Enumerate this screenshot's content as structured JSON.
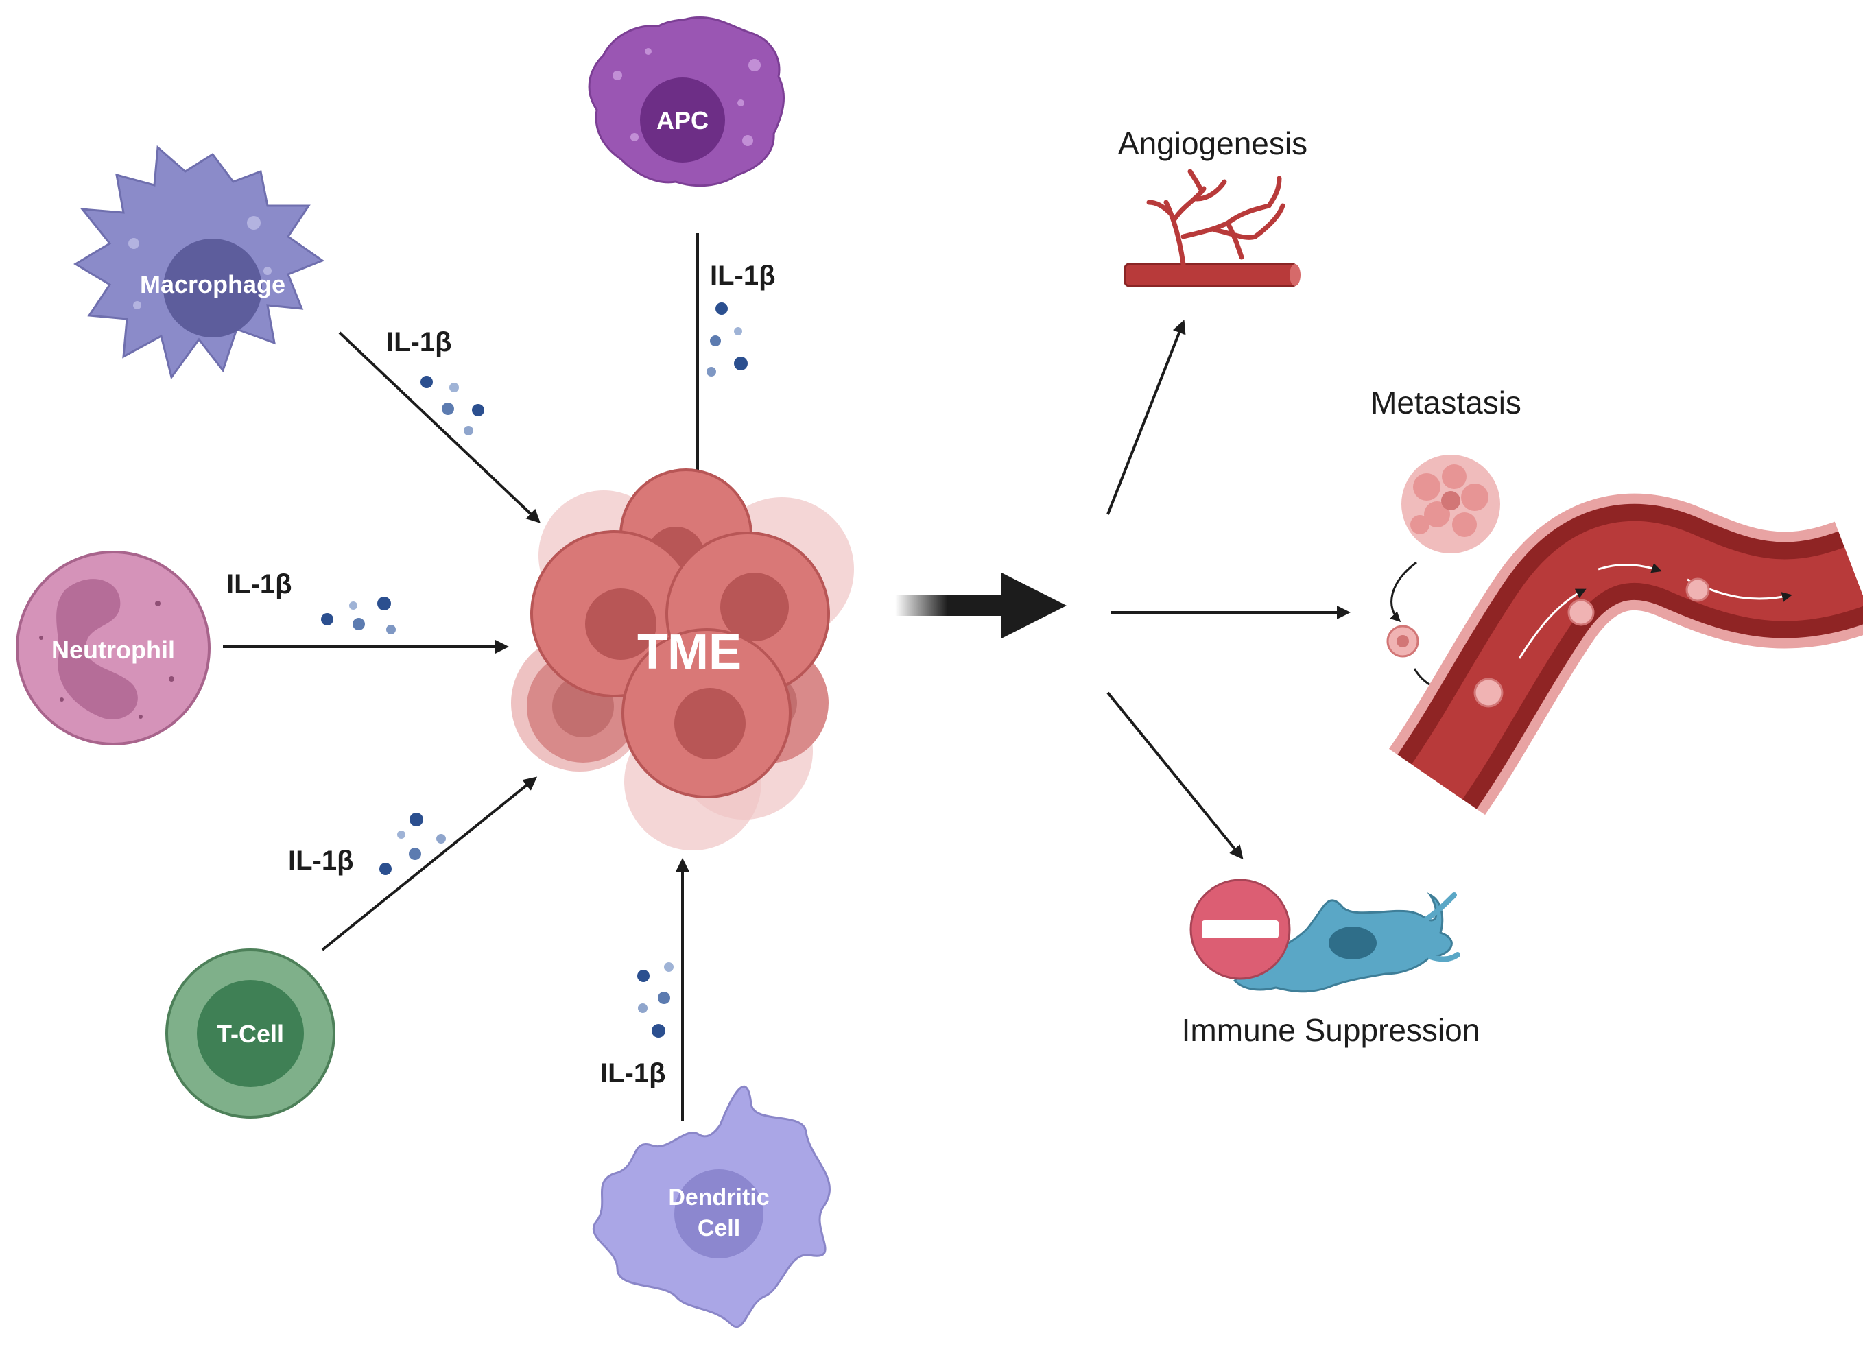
{
  "center": {
    "label": "TME"
  },
  "cytokine": "IL-1β",
  "cells": {
    "apc": {
      "label": "APC"
    },
    "macrophage": {
      "label": "Macrophage"
    },
    "neutrophil": {
      "label": "Neutrophil"
    },
    "tcell": {
      "label": "T-Cell"
    },
    "dendritic": {
      "line1": "Dendritic",
      "line2": "Cell"
    }
  },
  "outcomes": {
    "angiogenesis": "Angiogenesis",
    "metastasis": "Metastasis",
    "immune_suppression": "Immune Suppression"
  },
  "colors": {
    "tumor": "#d97877",
    "tumor_dark": "#b85656",
    "apc": "#9a56b3",
    "macrophage": "#8b8bc9",
    "neutrophil": "#d593b9",
    "tcell": "#5e9a6c",
    "dendritic": "#aaa6e6",
    "vessel": "#b83a3a",
    "cytokine": "#2b4f8f",
    "arrow": "#1c1c1c"
  }
}
